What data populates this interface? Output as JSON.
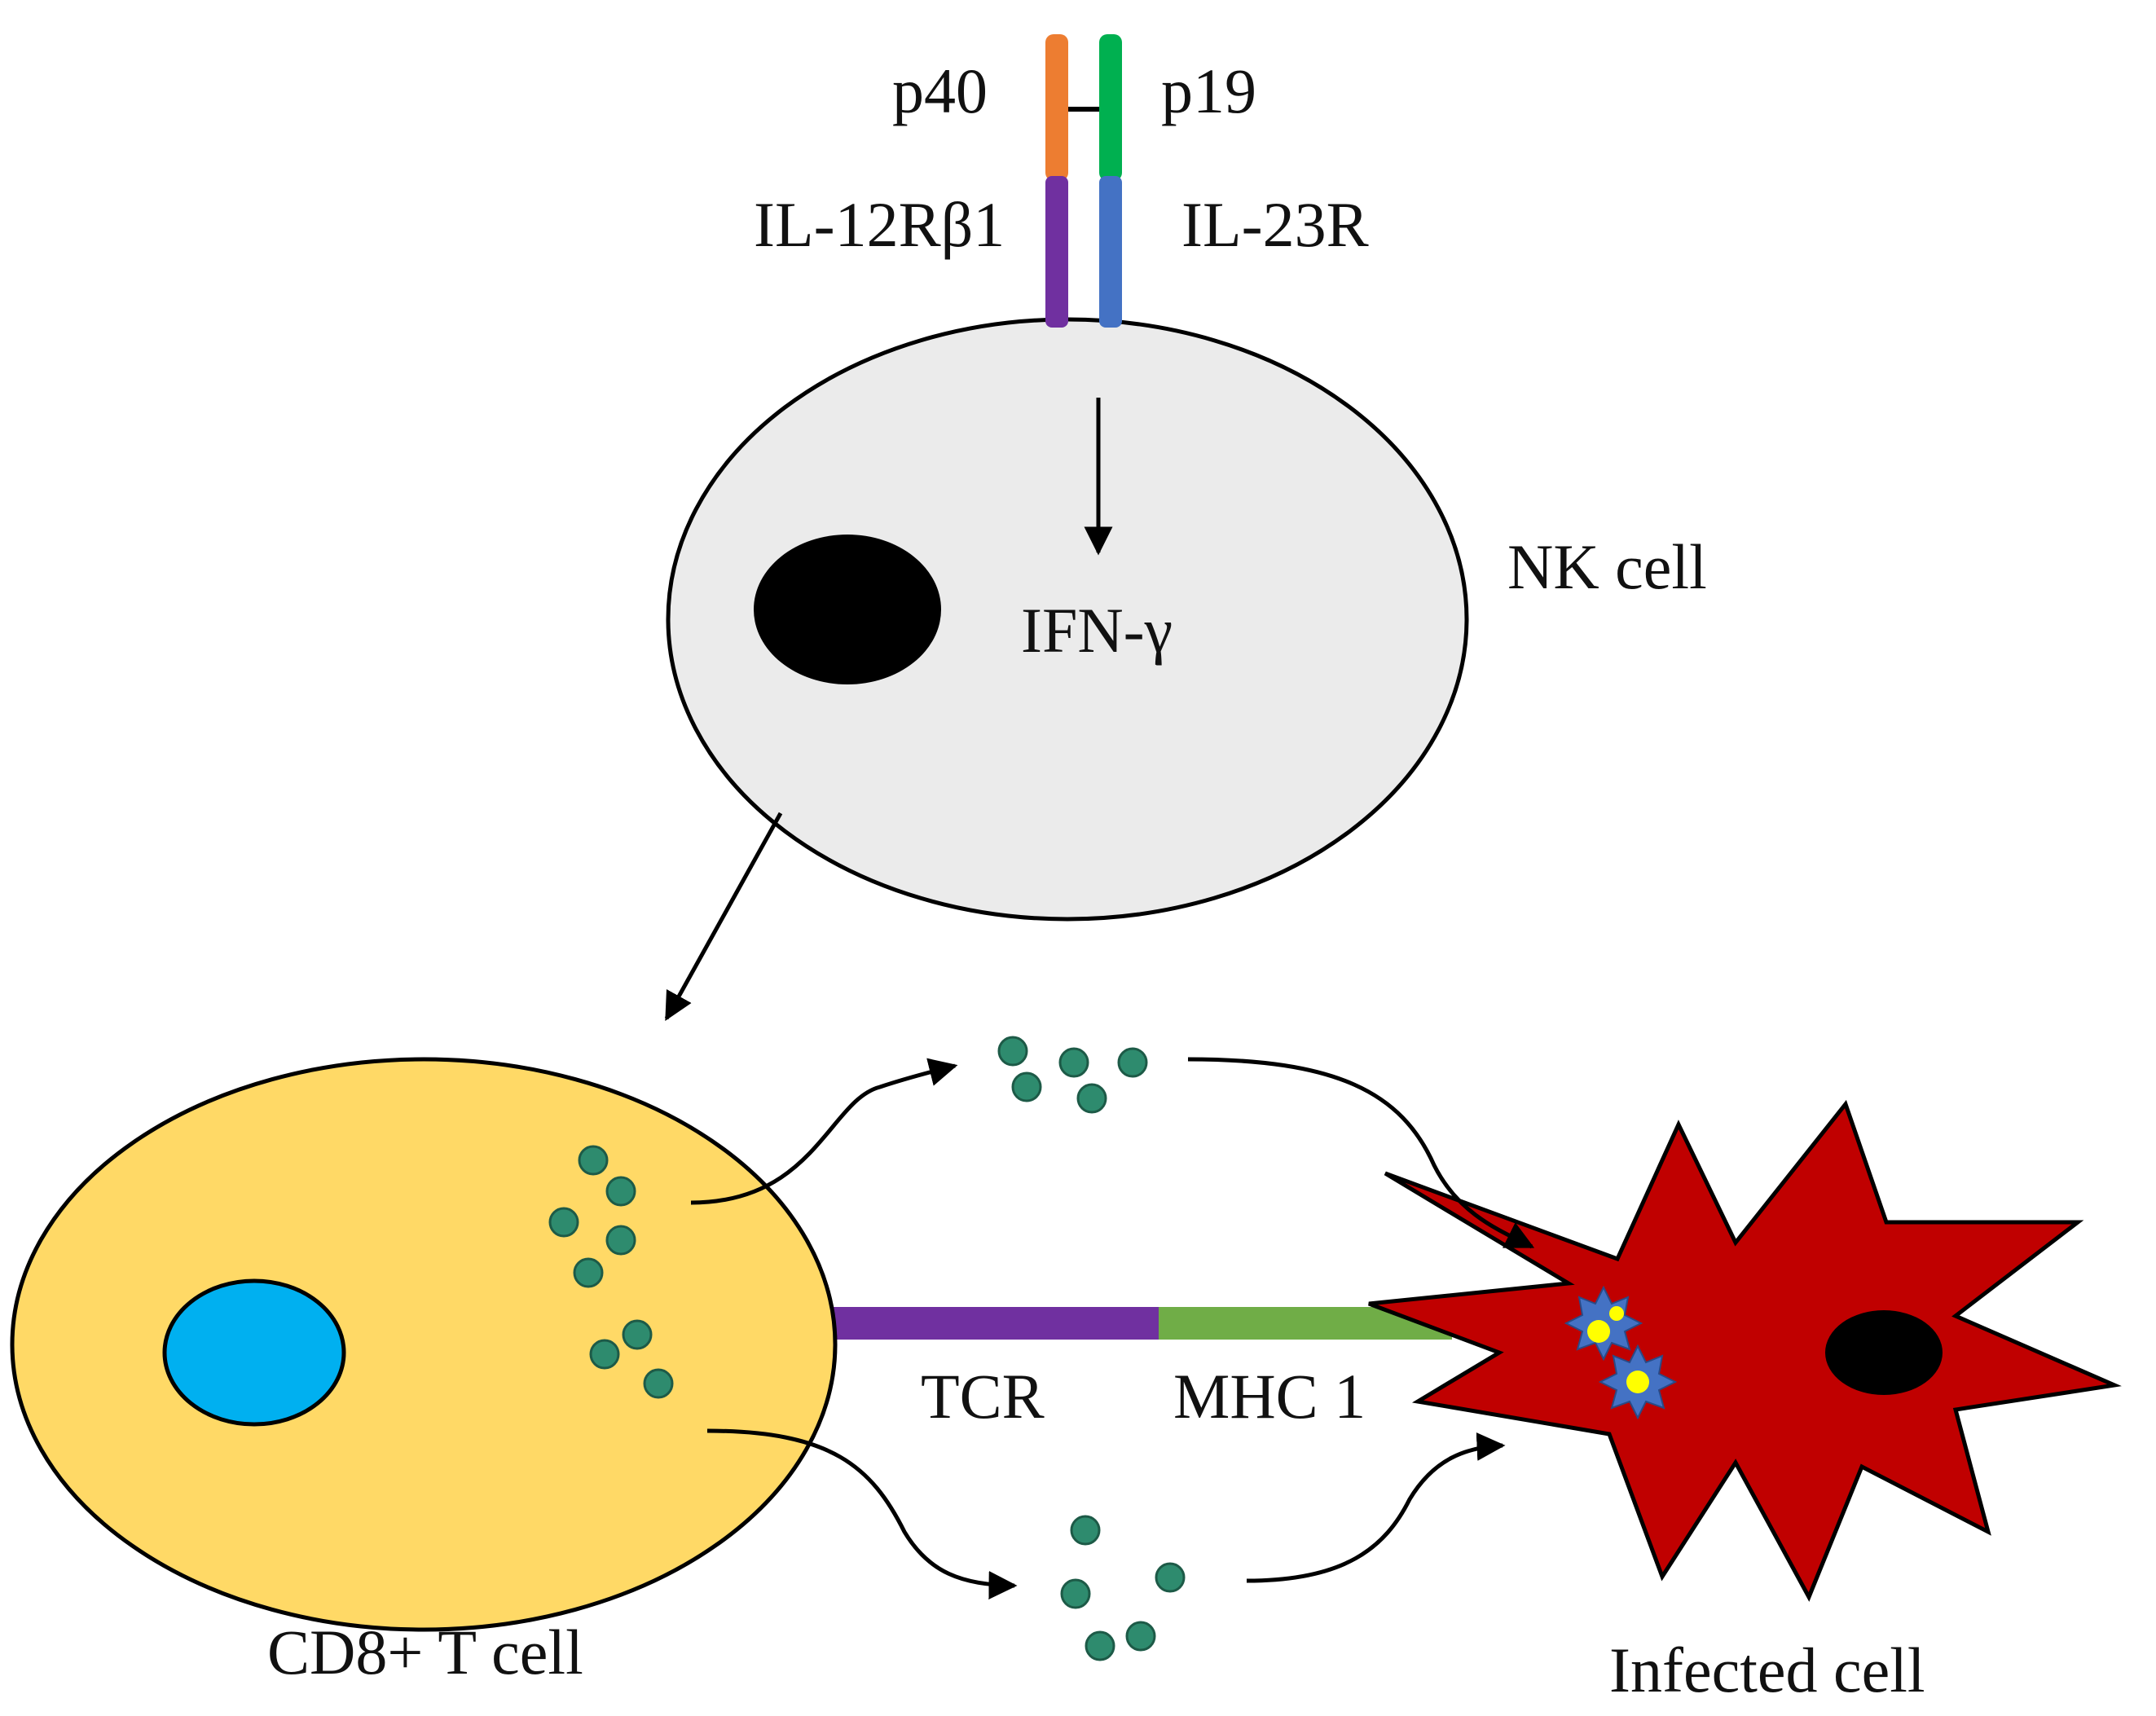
{
  "labels": {
    "p40": "p40",
    "p19": "p19",
    "il12rb1": "IL-12Rβ1",
    "il23r": "IL-23R",
    "ifn_gamma": "IFN-γ",
    "nk_cell": "NK cell",
    "tcr": "TCR",
    "mhc1": "MHC 1",
    "cd8_t_cell": "CD8+ T cell",
    "infected_cell": "Infected cell"
  },
  "colors": {
    "p40_subunit": "#ED7D31",
    "p19_subunit": "#00B050",
    "il12rb1_receptor": "#7030A0",
    "il23r_receptor": "#4472C4",
    "nk_cell_fill": "#EBEBEB",
    "nucleus_nk": "#000000",
    "cd8_cell_fill": "#FFD966",
    "cd8_nucleus": "#00B0F0",
    "granule": "#2E8B6E",
    "tcr_bar": "#7030A0",
    "mhc1_bar": "#70AD47",
    "infected_cell_fill": "#C00000",
    "pathogen": "#4472C4",
    "pathogen_core": "#FFFF00"
  }
}
